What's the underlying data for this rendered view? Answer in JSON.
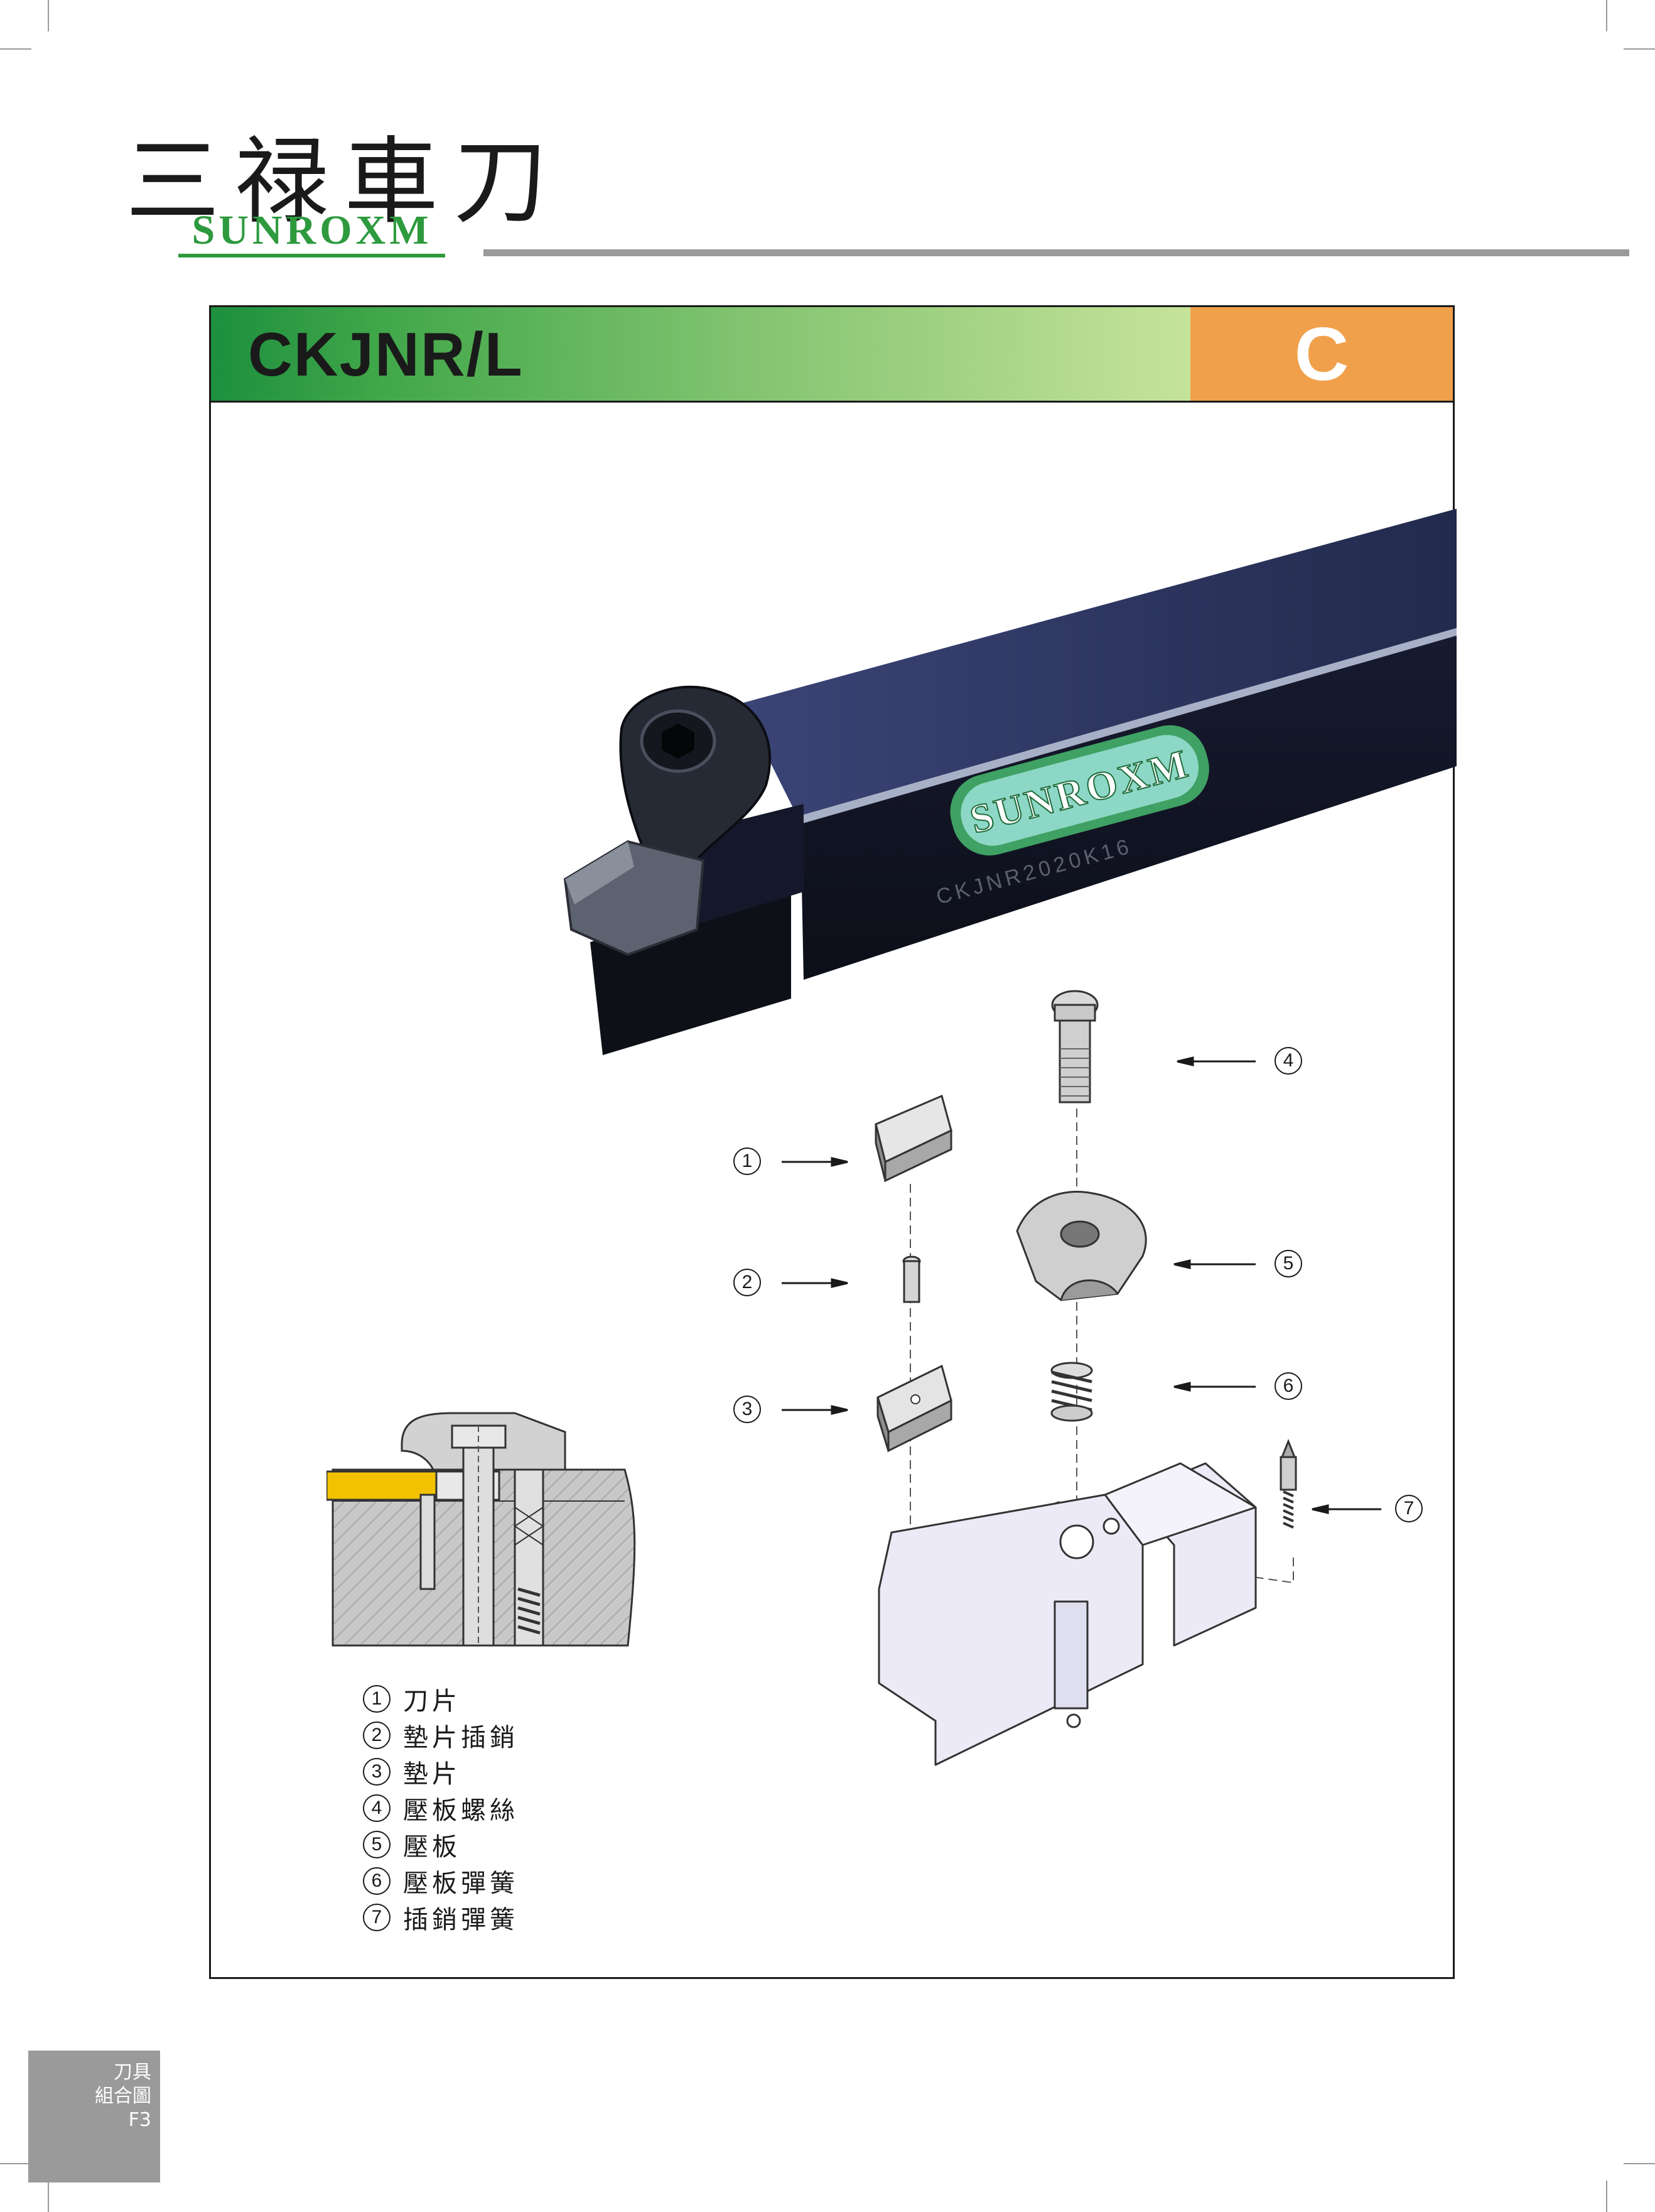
{
  "brand": {
    "name_cn": "三禄車刀",
    "name_en": "SUNROXM"
  },
  "title": {
    "model": "CKJNR/L",
    "section": "C"
  },
  "product": {
    "logo_text": "SUNROXM",
    "engraving": "CKJNR2020K16"
  },
  "legend": [
    {
      "num": "1",
      "label": "刀片"
    },
    {
      "num": "2",
      "label": "墊片插銷"
    },
    {
      "num": "3",
      "label": "墊片"
    },
    {
      "num": "4",
      "label": "壓板螺絲"
    },
    {
      "num": "5",
      "label": "壓板"
    },
    {
      "num": "6",
      "label": "壓板彈簧"
    },
    {
      "num": "7",
      "label": "插銷彈簧"
    }
  ],
  "callouts": [
    "1",
    "2",
    "3",
    "4",
    "5",
    "6",
    "7"
  ],
  "page_tab": {
    "line1": "刀具",
    "line2": "組合圖",
    "line3": "F3"
  },
  "colors": {
    "title_green_dark": "#1d8f3e",
    "title_green_light": "#c6e39b",
    "section_orange": "#f0a04b",
    "brand_green": "#2e9a3e",
    "holder_blue": "#2c3563",
    "section_yellow": "#f2c200",
    "tab_gray": "#9a9a9a"
  }
}
